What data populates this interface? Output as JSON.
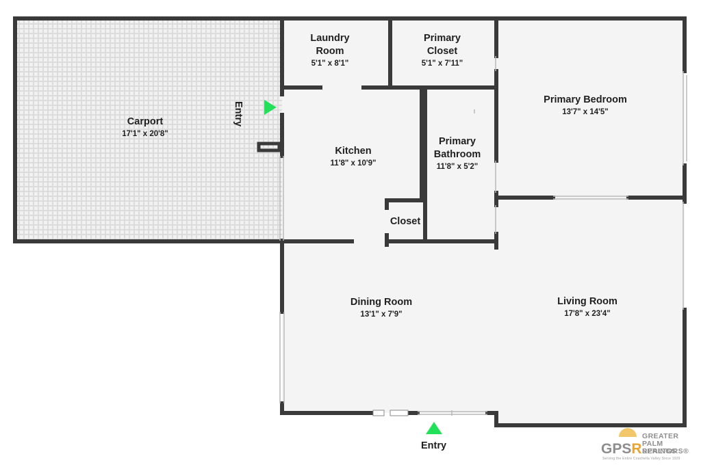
{
  "rooms": {
    "carport": {
      "name": "Carport",
      "dims": "17'1\" x 20'8\""
    },
    "laundry": {
      "name_line1": "Laundry",
      "name_line2": "Room",
      "dims": "5'1\" x 8'1\""
    },
    "primary_closet": {
      "name_line1": "Primary",
      "name_line2": "Closet",
      "dims": "5'1\" x 7'11\""
    },
    "primary_bedroom": {
      "name": "Primary Bedroom",
      "dims": "13'7\" x 14'5\""
    },
    "kitchen": {
      "name": "Kitchen",
      "dims": "11'8\" x 10'9\""
    },
    "primary_bathroom": {
      "name_line1": "Primary",
      "name_line2": "Bathroom",
      "dims": "11'8\" x 5'2\""
    },
    "closet": {
      "name": "Closet"
    },
    "dining_room": {
      "name": "Dining Room",
      "dims": "13'1\" x 7'9\""
    },
    "living_room": {
      "name": "Living Room",
      "dims": "17'8\" x 23'4\""
    }
  },
  "entries": {
    "left": "Entry",
    "bottom": "Entry"
  },
  "logo": {
    "initials_g": "GPS",
    "initials_r": "R",
    "line1": "GREATER",
    "line2": "PALM SPRINGS",
    "line3": "REALTORS®",
    "tagline": "Serving the Entire Coachella Valley Since 1929"
  },
  "colors": {
    "wall": "#3a3a3a",
    "floor": "#f4f4f4",
    "carport_tile": "#e2e2e2",
    "entry_arrow": "#22e05a",
    "logo_gray": "#8e8e8e",
    "logo_gold": "#e8a531"
  }
}
